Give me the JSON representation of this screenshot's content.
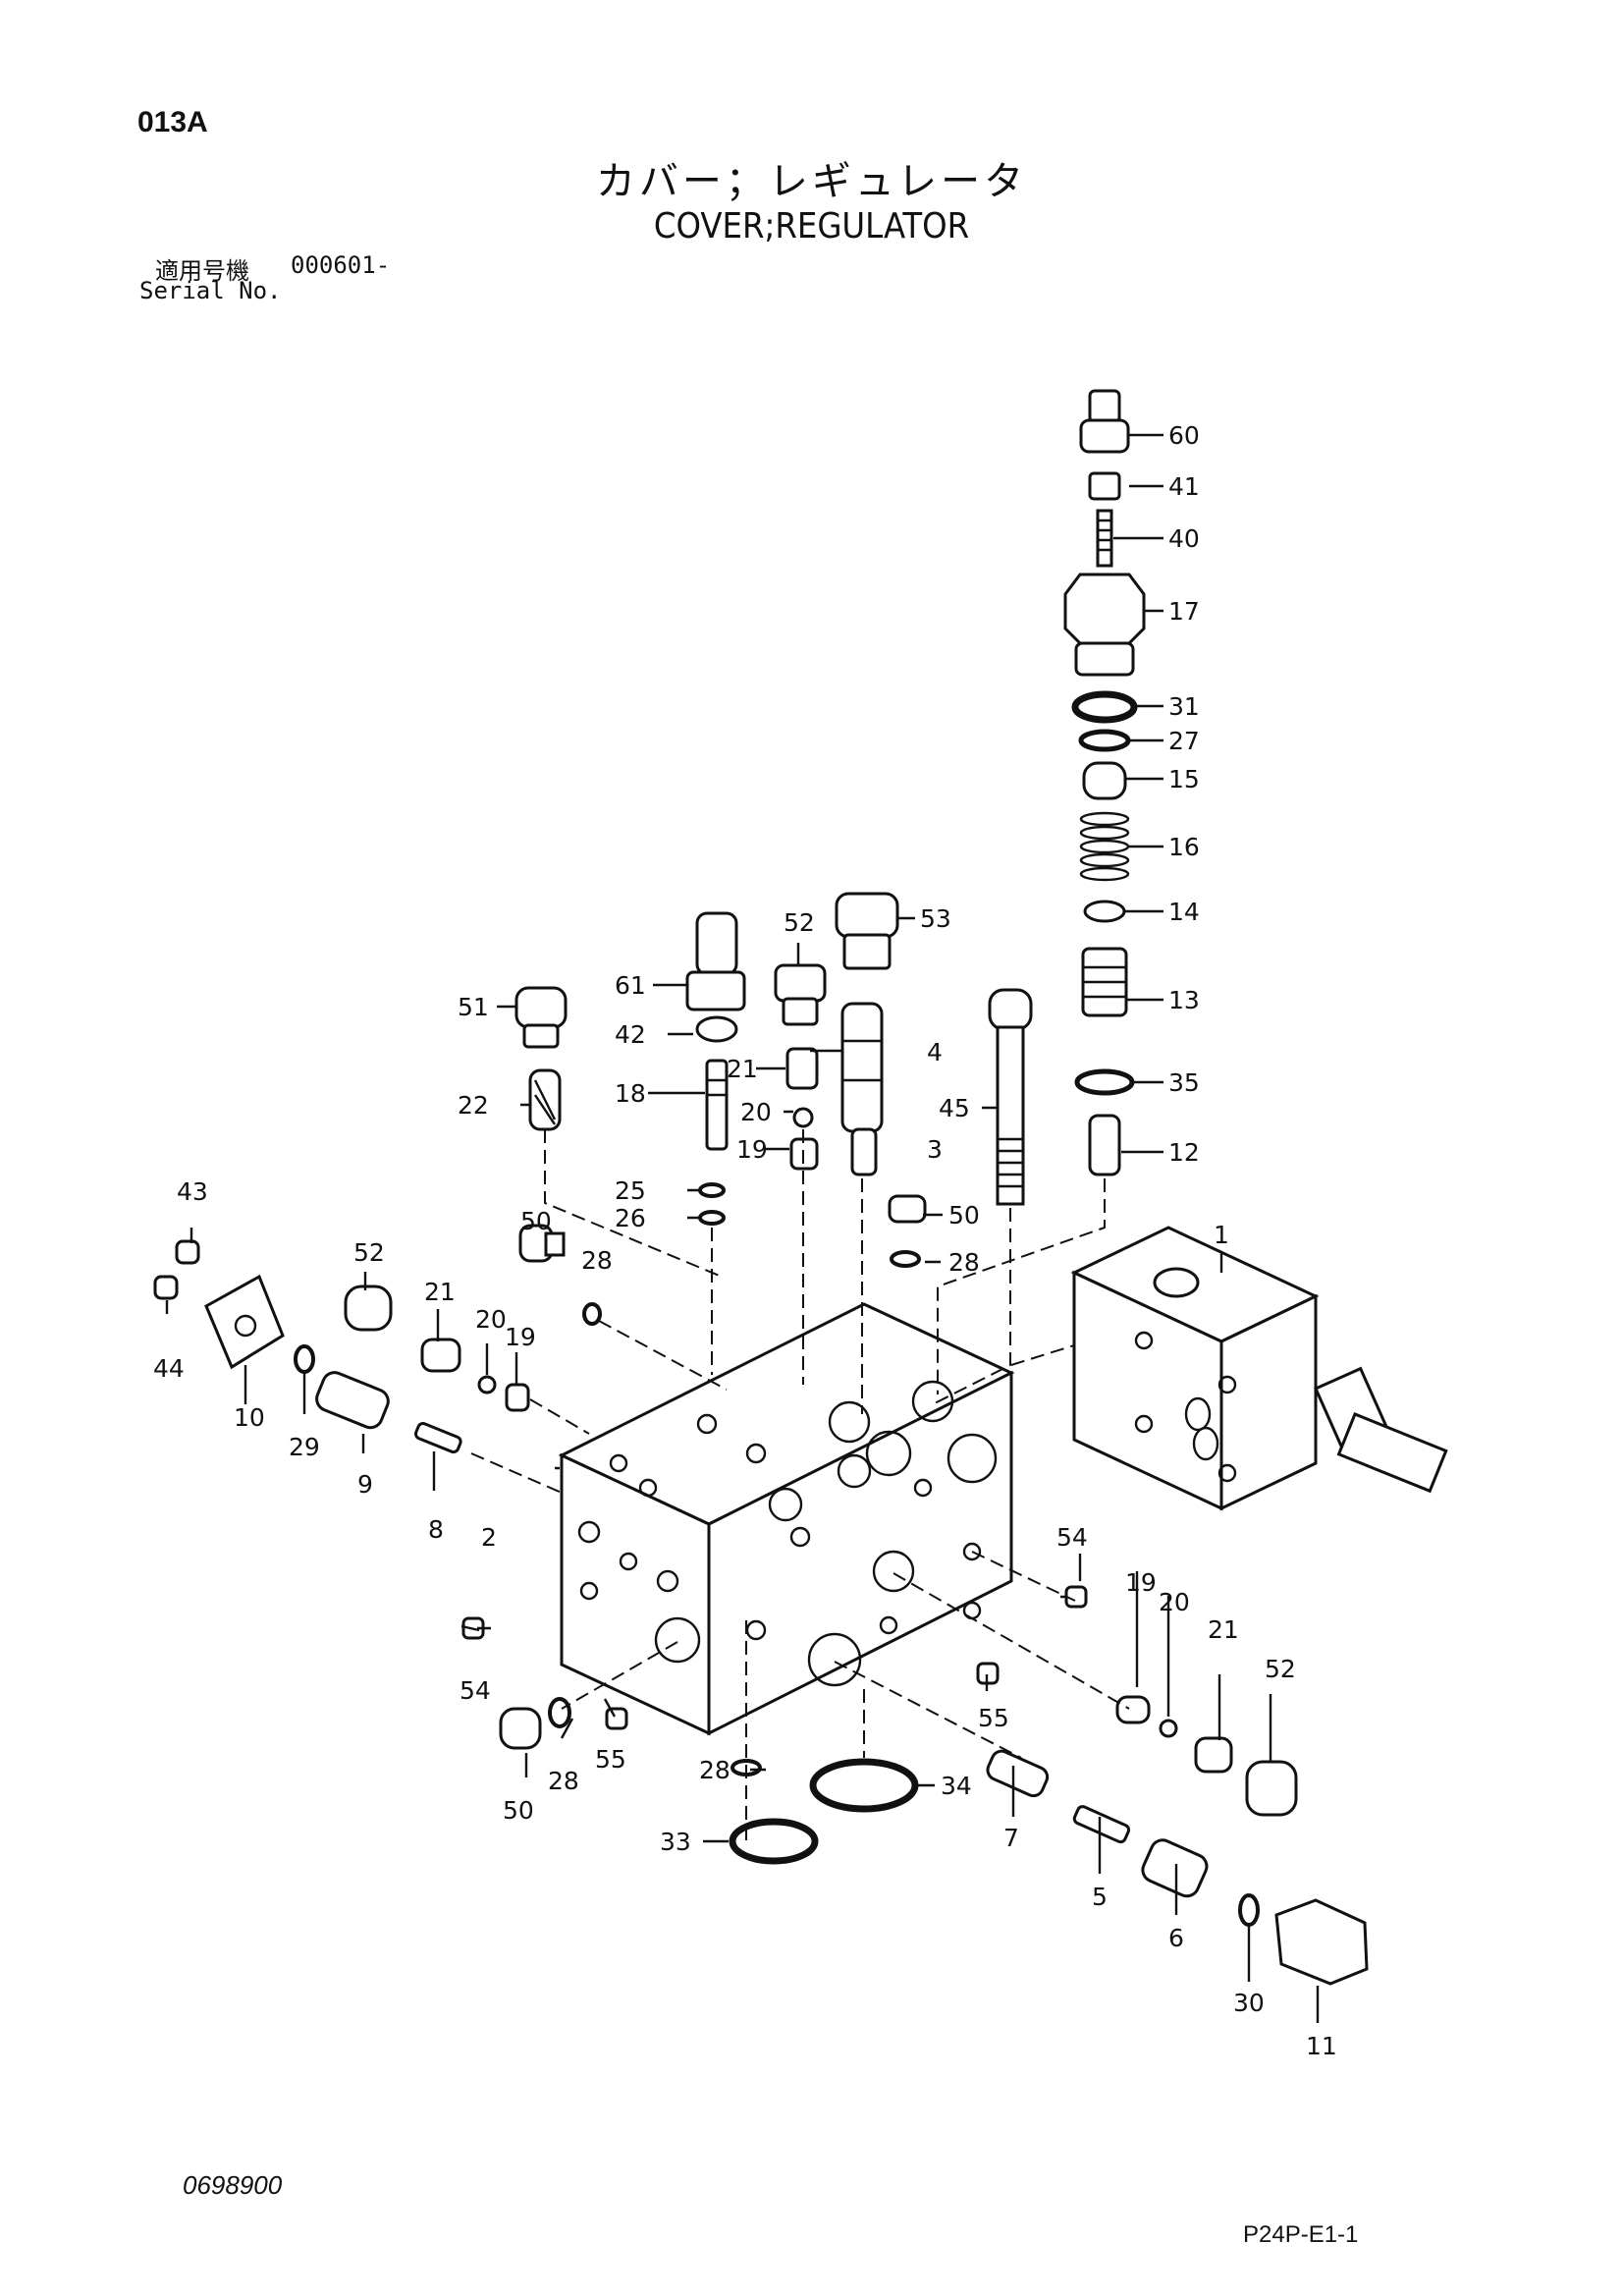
{
  "header": {
    "page_code": "013A",
    "title_jp": "カバー；レギュレータ",
    "title_en": "COVER;REGULATOR",
    "serial_label_jp": "適用号機",
    "serial_value": "000601-",
    "serial_label_en": "Serial No."
  },
  "footer": {
    "doc_number": "0698900",
    "page_ref": "P24P-E1-1"
  },
  "callouts": {
    "c60": "60",
    "c41": "41",
    "c40": "40",
    "c17": "17",
    "c31": "31",
    "c27": "27",
    "c15": "15",
    "c16": "16",
    "c14": "14",
    "c13": "13",
    "c35": "35",
    "c12": "12",
    "c1": "1",
    "c53": "53",
    "c52a": "52",
    "c61": "61",
    "c42": "42",
    "c51": "51",
    "c21a": "21",
    "c4": "4",
    "c18": "18",
    "c20a": "20",
    "c22": "22",
    "c45": "45",
    "c19a": "19",
    "c3": "3",
    "c25": "25",
    "c26": "26",
    "c50a": "50",
    "c28a": "28",
    "c43": "43",
    "c44": "44",
    "c10": "10",
    "c29": "29",
    "c9": "9",
    "c8": "8",
    "c52b": "52",
    "c21b": "21",
    "c20b": "20",
    "c19b": "19",
    "c50b": "50",
    "c28b": "28",
    "c2": "2",
    "c54a": "54",
    "c54b": "54",
    "c19c": "19",
    "c20c": "20",
    "c21c": "21",
    "c52c": "52",
    "c55a": "55",
    "c55b": "55",
    "c50c": "50",
    "c28c": "28",
    "c28d": "28",
    "c33": "33",
    "c34": "34",
    "c7": "7",
    "c5": "5",
    "c6": "6",
    "c30": "30",
    "c11": "11"
  }
}
